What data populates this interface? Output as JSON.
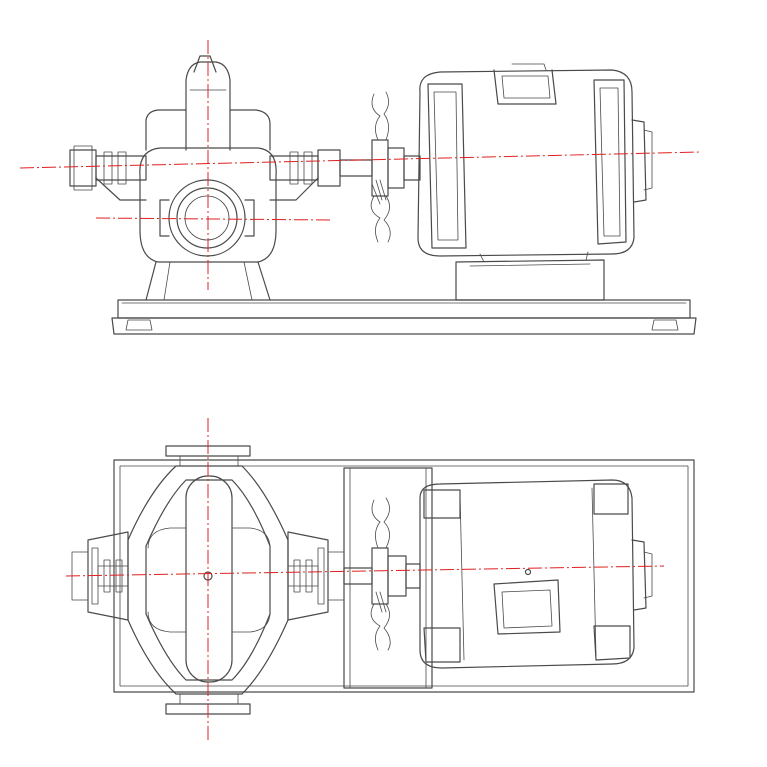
{
  "drawing": {
    "views": [
      "side-elevation",
      "plan-view"
    ],
    "components": [
      "split-case-pump",
      "flexible-coupling",
      "electric-motor",
      "base-frame"
    ]
  },
  "colors": {
    "outline": "#4a4a4a",
    "centerline": "#e02020",
    "background": "#ffffff"
  }
}
